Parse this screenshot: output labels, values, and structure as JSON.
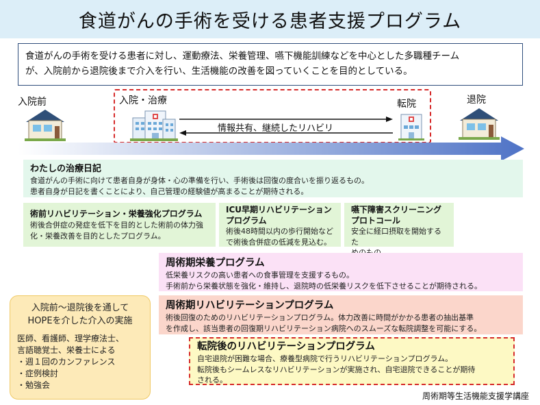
{
  "title": "食道がんの手術を受ける患者支援プログラム",
  "summary": {
    "line1": "食道がんの手術を受ける患者に対し、運動療法、栄養管理、嚥下機能訓練などを中心とした多職種チーム",
    "line2": "が、入院前から退院後まで介入を行い、生活機能の改善を図っていくことを目的としている。"
  },
  "timeline": {
    "before_admission": "入院前",
    "admission_treatment": "入院・治療",
    "transfer": "転院",
    "discharge": "退院",
    "info_sharing": "情報共有、継続したリハビリ"
  },
  "programs": {
    "diary": {
      "title": "わたしの治療日記",
      "line1": "食道がんの手術に向けて患者自身が身体・心の準備を行い、手術後は回復の度合いを振り返るもの。",
      "line2": "患者自身が日記を書くことにより、自己管理の経験値が高まることが期待される。"
    },
    "preop_rehab": {
      "title": "術前リハビリテーション・栄養強化プログラム",
      "line1": "術後合併症の発症を低下を目的とした術前の体力強",
      "line2": "化・栄養改善を目的としたプログラム。"
    },
    "icu_rehab": {
      "title1": "ICU早期リハビリテーション",
      "title2": "プログラム",
      "line1": "術後48時間以内の歩行開始など",
      "line2": "で術後合併症の低減を見込む。"
    },
    "swallow": {
      "title1": "嚥下障害スクリーニング",
      "title2": "プロトコール",
      "line1": "安全に経口摂取を開始するた",
      "line2": "めのもの。"
    },
    "nutrition": {
      "title": "周術期栄養プログラム",
      "line1": "低栄養リスクの高い患者への食事管理を支援するもの。",
      "line2": "手術前から栄養状態を強化・維持し、退院時の低栄養リスクを低下させることが期待される。"
    },
    "periop_rehab": {
      "title": "周術期リハビリテーションプログラム",
      "line1": "術後回復のためのリハビリテーションプログラム。体力改善に時間がかかる患者の抽出基準",
      "line2": "を作成し、該当患者の回復期リハビリテーション病院へのスムーズな転院調整を可能にする。"
    },
    "post_transfer": {
      "title": "転院後のリハビリテーションプログラム",
      "line1": "自宅退院が困難な場合、療養型病院で行うリハビリテーションプログラム。",
      "line2": "転院後もシームレスなリハビリテーションが実施され、自宅退院できることが期待",
      "line3": "される。"
    }
  },
  "hope": {
    "head1": "入院前～退院後を通して",
    "head2": "HOPEを介した介入の実施",
    "staff1": "医師、看護師、理学療法士、",
    "staff2": "言語聴覚士、栄養士による",
    "item1": "・週１回のカンファレンス",
    "item2": "・症例検討",
    "item3": "・勉強会"
  },
  "footer": "周術期等生活機能支援学講座",
  "colors": {
    "title_bg": "#dceef8",
    "dashed_red": "#d62a2a",
    "diary_bg": "#e3f7ec",
    "green_bg": "#e2f5d7",
    "pink_bg": "#fbe1f6",
    "salmon_bg": "#fbd6cb",
    "yellow_bg": "#fdf9c4",
    "hope_bg": "#fdeab8"
  },
  "icons": {
    "house": "house-icon",
    "hospital": "hospital-building-icon",
    "clinic": "clinic-icon"
  }
}
